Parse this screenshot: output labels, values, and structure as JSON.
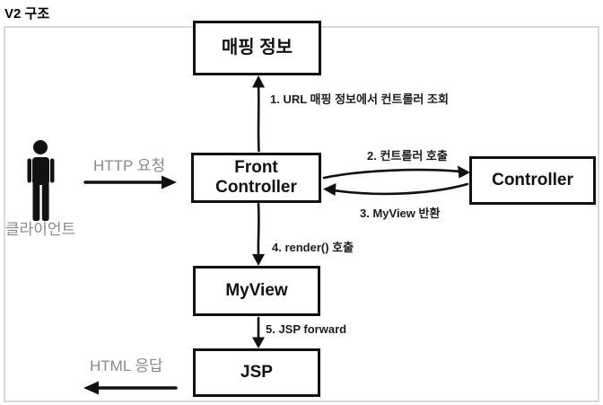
{
  "page": {
    "title": "V2 구조"
  },
  "diagram": {
    "boxes": {
      "mapping": "매핑 정보",
      "front_controller": "Front Controller",
      "controller": "Controller",
      "myview": "MyView",
      "jsp": "JSP"
    },
    "steps": {
      "step1": "1. URL 매핑 정보에서 컨트롤러 조회",
      "step2": "2. 컨트롤러 호출",
      "step3": "3. MyView 반환",
      "step4": "4. render() 호출",
      "step5": "5. JSP forward"
    },
    "client": {
      "icon": "person-icon",
      "label": "클라이언트",
      "request_label": "HTTP 요청",
      "response_label": "HTML 응답"
    },
    "colors": {
      "box_border": "#111111",
      "step_text": "#1c1c1c",
      "muted_text": "#8a8a8a",
      "frame_border": "#d9d9d9"
    }
  }
}
